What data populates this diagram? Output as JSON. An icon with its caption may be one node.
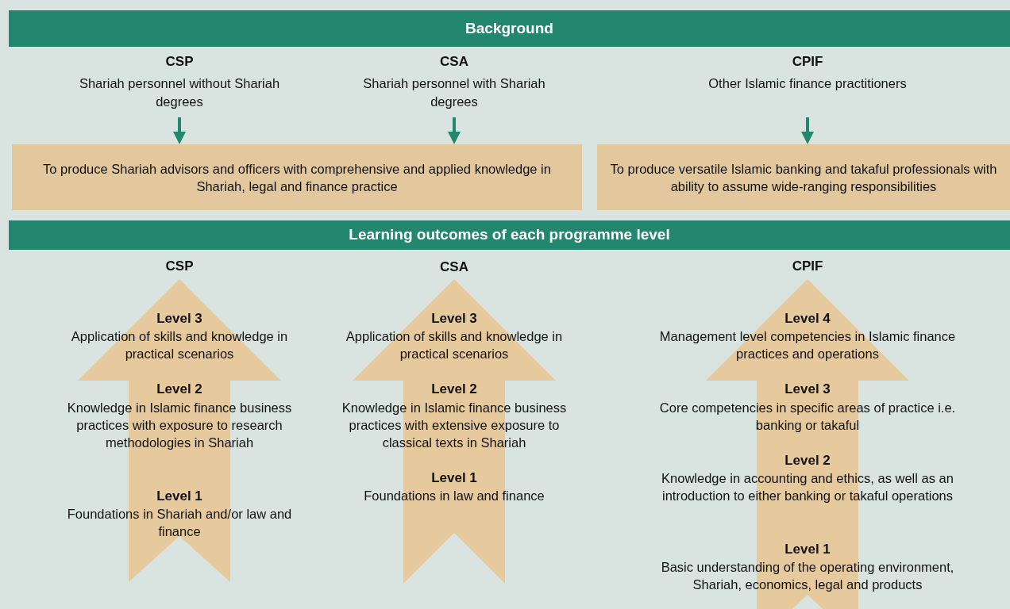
{
  "diagram": {
    "nodes": [
      {
        "text": [
          "Background"
        ]
      },
      {
        "text": [
          "CSP",
          "Shariah personnel without Shariah degrees"
        ]
      },
      {
        "text": [
          "CSA",
          "Shariah personnel with Shariah degrees"
        ]
      },
      {
        "text": [
          "CPIF",
          "Other Islamic finance practitioners"
        ]
      },
      {
        "text": [
          "To produce Shariah advisors and officers with comprehensive and applied knowledge in Shariah, legal and finance practice"
        ]
      },
      {
        "text": [
          "To produce versatile Islamic banking and takaful professionals with ability to assume wide-ranging responsibilities"
        ]
      },
      {
        "text": [
          "Learning outcomes of each programme level"
        ]
      },
      {
        "text": [
          "CSP",
          "Level 3",
          "Application of skills and knowledge in practical scenarios",
          "Level 2",
          "Knowledge in Islamic finance business practices with exposure to research methodologies in Shariah",
          "Level 1",
          "Foundations in Shariah and/or law and finance"
        ]
      },
      {
        "text": [
          "CSA",
          "Level 3",
          "Application of skills and knowledge in practical scenarios",
          "Level 2",
          "Knowledge in Islamic finance business practices with extensive exposure to classical texts in Shariah",
          "Level 1",
          "Foundations in law and finance"
        ]
      },
      {
        "text": [
          "CPIF",
          "Level 4",
          "Management level competencies in Islamic finance practices and operations",
          "Level 3",
          "Core competencies in specific areas of practice i.e. banking or takaful",
          "Level 2",
          "Knowledge in accounting and ethics, as well as an introduction to either banking or takaful operations",
          "Level 1",
          "Basic understanding of the operating environment, Shariah, economics, legal and products"
        ]
      }
    ],
    "edges": [
      {
        "from": 1,
        "to": 4,
        "arrow": "to"
      },
      {
        "from": 2,
        "to": 4,
        "arrow": "to"
      },
      {
        "from": 3,
        "to": 5,
        "arrow": "to"
      }
    ]
  }
}
